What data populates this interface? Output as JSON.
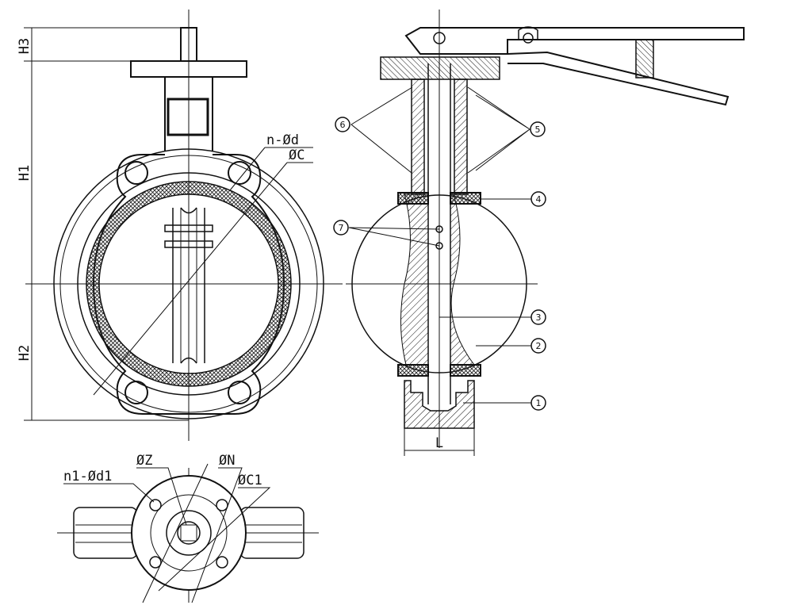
{
  "dimensions": {
    "h3": "H3",
    "h1": "H1",
    "h2": "H2",
    "l": "L",
    "n_d": "n-Ød",
    "c": "ØC",
    "z": "ØZ",
    "n": "ØN",
    "n1_d1": "n1-Ød1",
    "c1": "ØC1"
  },
  "callouts": {
    "c1": "1",
    "c2": "2",
    "c3": "3",
    "c4": "4",
    "c5": "5",
    "c6": "6",
    "c7": "7"
  },
  "colors": {
    "line": "#111111",
    "background": "#ffffff"
  }
}
